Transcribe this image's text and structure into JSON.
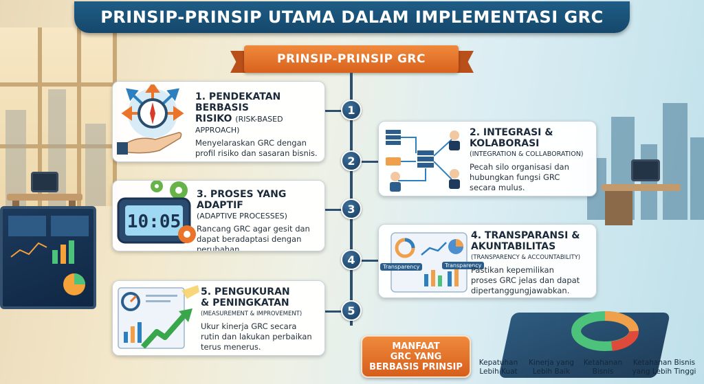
{
  "title": "PRINSIP-PRINSIP UTAMA DALAM IMPLEMENTASI GRC",
  "ribbon": "PRINSIP-PRINSIP GRC",
  "principles": [
    {
      "number": "1",
      "title_line1": "1. PENDEKATAN BERBASIS",
      "title_line2": "RISIKO",
      "title_suffix": "(RISK-BASED",
      "subtitle": "APPROACH)",
      "desc_line1": "Menyelaraskan GRC dengan",
      "desc_line2": "profil risiko dan sasaran bisnis.",
      "desc_line3": "",
      "icon": "compass-icon"
    },
    {
      "number": "2",
      "title_line1": "2. INTEGRASI &",
      "title_line2": "KOLABORASI",
      "title_suffix": "",
      "subtitle": "(INTEGRATION & COLLABORATION)",
      "desc_line1": "Pecah silo organisasi dan",
      "desc_line2": "hubungkan fungsi GRC",
      "desc_line3": "secara mulus.",
      "icon": "network-icon"
    },
    {
      "number": "3",
      "title_line1": "3. PROSES YANG ADAPTIF",
      "title_line2": "",
      "title_suffix": "",
      "subtitle": "(ADAPTIVE PROCESSES)",
      "desc_line1": "Rancang GRC agar gesit dan",
      "desc_line2": "dapat beradaptasi dengan",
      "desc_line3": "perubahan.",
      "icon": "clock-gears-icon",
      "clock": "10:05"
    },
    {
      "number": "4",
      "title_line1": "4. TRANSPARANSI &",
      "title_line2": "AKUNTABILITAS",
      "title_suffix": "",
      "subtitle": "(TRANSPARENCY & ACCOUNTABILITY)",
      "desc_line1": "Pastikan kepemilikan",
      "desc_line2": "proses GRC jelas dan dapat",
      "desc_line3": "dipertanggungjawabkan.",
      "icon": "dashboard-icon",
      "tag1": "Transparency",
      "tag2": "Transparency"
    },
    {
      "number": "5",
      "title_line1": "5. PENGUKURAN",
      "title_line2": "& PENINGKATAN",
      "title_suffix": "",
      "subtitle": "(MEASUREMENT & IMPROVEMENT)",
      "desc_line1": "Ukur kinerja GRC secara",
      "desc_line2": "rutin dan lakukan perbaikan",
      "desc_line3": "terus menerus.",
      "icon": "growth-chart-icon"
    }
  ],
  "benefits": {
    "label_line1": "MANFAAT",
    "label_line2": "GRC YANG",
    "label_line3": "BERBASIS PRINSIP",
    "items": [
      {
        "line1": "Kepatuhan",
        "line2": "Lebih Kuat"
      },
      {
        "line1": "Kinerja yang",
        "line2": "Lebih Baik"
      },
      {
        "line1": "Ketahanan",
        "line2": "Bisnis"
      },
      {
        "line1": "Ketahanan Bisnis",
        "line2": "yang Lebih Tinggi"
      }
    ]
  },
  "colors": {
    "navy": "#1f5d86",
    "orange": "#e8742c",
    "node": "#163b5e"
  }
}
